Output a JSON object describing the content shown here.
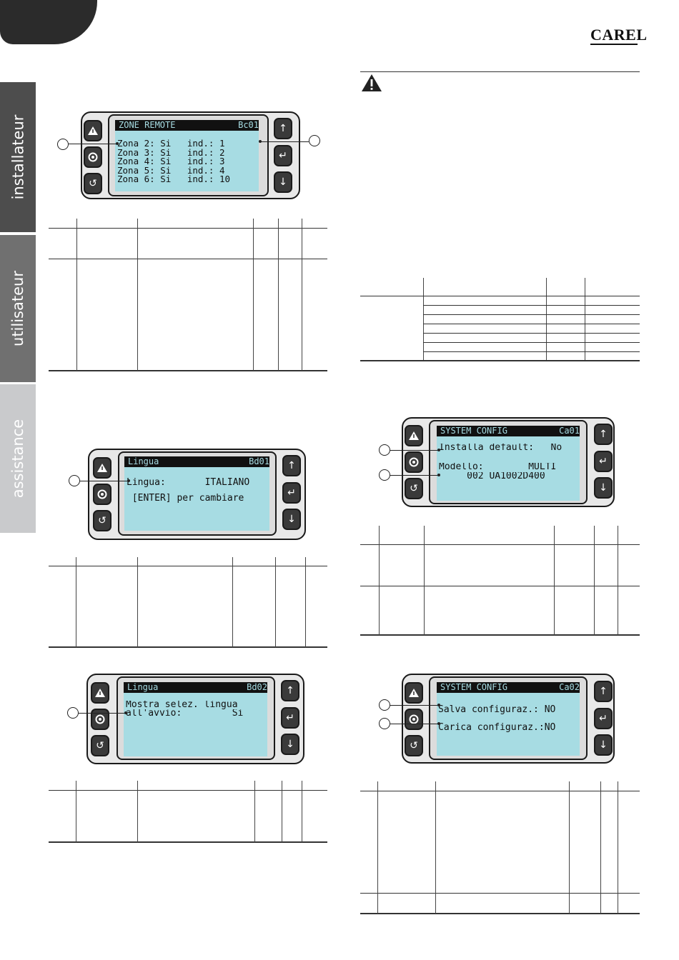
{
  "brand": {
    "logo": "CAREL"
  },
  "side_tabs": [
    "installateur",
    "utilisateur",
    "assistance"
  ],
  "screens": {
    "zone_remote": {
      "title": "ZONE REMOTE",
      "code": "Bc01",
      "lines": [
        "Zona 2: Si   ind.: 1",
        "Zona 3: Si   ind.: 2",
        "Zona 4: Si   ind.: 3",
        "Zona 5: Si   ind.: 4",
        "Zona 6: Si   ind.: 10"
      ]
    },
    "lingua_1": {
      "title": "Lingua",
      "code": "Bd01",
      "lines": [
        "Lingua:       ITALIANO",
        " [ENTER] per cambiare"
      ]
    },
    "lingua_2": {
      "title": "Lingua",
      "code": "Bd02",
      "lines": [
        "Mostra selez. lingua",
        "all'avvio:         Si"
      ]
    },
    "system_config_1": {
      "title": "SYSTEM CONFIG",
      "code": "Ca01",
      "lines": [
        "Installa default:   No",
        "",
        "Modello:        MULTI",
        "     002 UA1002D400"
      ]
    },
    "system_config_2": {
      "title": "SYSTEM CONFIG",
      "code": "Ca02",
      "lines": [
        "Salva configuraz.: NO",
        "Carica configuraz.:NO"
      ]
    }
  },
  "icons": {
    "alarm": "warning-triangle-icon",
    "prg": "circle-dot-icon",
    "esc": "return-arrow-icon",
    "up": "arrow-up-icon",
    "enter": "enter-arrow-icon",
    "down": "arrow-down-icon"
  }
}
